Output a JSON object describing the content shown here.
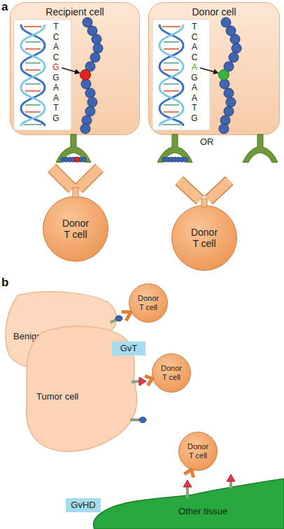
{
  "diagram": {
    "nodes": [
      {
        "text": [
          "Recipient cell"
        ]
      },
      {
        "text": [
          "Donor cell"
        ]
      },
      {
        "text": [
          "Donor T cell"
        ]
      },
      {
        "text": [
          "Donor T cell"
        ]
      },
      {
        "text": [
          "Benign blood cell"
        ]
      },
      {
        "text": [
          "Donor T cell"
        ]
      },
      {
        "text": [
          "GvT"
        ]
      },
      {
        "text": [
          "Tumor cell"
        ]
      },
      {
        "text": [
          "Donor T cell"
        ]
      },
      {
        "text": [
          "Donor T cell"
        ]
      },
      {
        "text": [
          "GvHD"
        ]
      },
      {
        "text": [
          "Other tissue"
        ]
      }
    ],
    "labels": [
      "a",
      "T",
      "C",
      "A",
      "C",
      "G",
      "G",
      "A",
      "A",
      "T",
      "G",
      "T",
      "C",
      "A",
      "C",
      "A",
      "G",
      "A",
      "A",
      "T",
      "G",
      "OR",
      "b"
    ]
  }
}
